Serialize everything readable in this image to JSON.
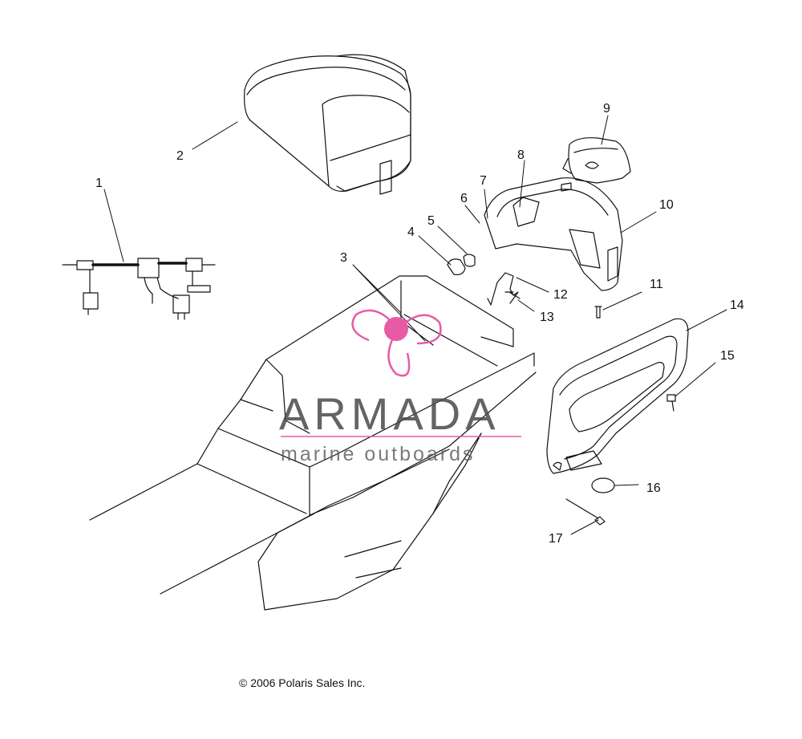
{
  "callouts": [
    "1",
    "2",
    "3",
    "4",
    "5",
    "6",
    "7",
    "8",
    "9",
    "10",
    "11",
    "12",
    "13",
    "14",
    "15",
    "16",
    "17"
  ],
  "copyright": "© 2006 Polaris Sales Inc.",
  "watermark": {
    "title": "ARMADA",
    "subtitle": "marine outboards",
    "logo_colors": {
      "pink": "#e85aa6",
      "gray": "#4a4a4a"
    }
  }
}
